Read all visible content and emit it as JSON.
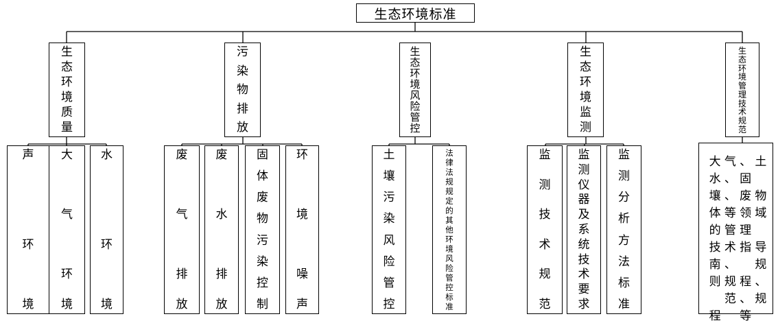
{
  "root": "生态环境标准",
  "categories": [
    {
      "label": "生态环境质量",
      "children": [
        {
          "label": "声环境",
          "rows": [
            [
              "声"
            ],
            [],
            [],
            [
              "环"
            ],
            [],
            [
              "境"
            ]
          ]
        },
        {
          "label": "大气环境",
          "rows": [
            [
              "大"
            ],
            [],
            [
              "气"
            ],
            [],
            [
              "环"
            ],
            [
              "境"
            ]
          ]
        },
        {
          "label": "水环境",
          "rows": [
            [
              "水"
            ],
            [],
            [],
            [
              "环"
            ],
            [],
            [
              "境"
            ]
          ]
        }
      ]
    },
    {
      "label": "污染物排放",
      "children": [
        {
          "label": "废气排放",
          "rows": [
            [
              "废"
            ],
            [],
            [
              "气"
            ],
            [],
            [
              "排"
            ],
            [
              "放"
            ]
          ]
        },
        {
          "label": "废水排放",
          "rows": [
            [
              "废"
            ],
            [],
            [
              "水"
            ],
            [],
            [
              "排"
            ],
            [
              "放"
            ]
          ]
        },
        {
          "label": "固体废物污染控制",
          "rows": [
            [
              "固"
            ],
            [
              "体"
            ],
            [
              "废"
            ],
            [
              "物"
            ],
            [
              "污"
            ],
            [
              "染"
            ],
            [
              "控"
            ],
            [
              "制"
            ]
          ]
        },
        {
          "label": "环境噪声",
          "rows": [
            [
              "环"
            ],
            [],
            [
              "境"
            ],
            [],
            [
              "噪"
            ],
            [
              "声"
            ]
          ]
        }
      ]
    },
    {
      "label": "生态环境风险管控",
      "children": [
        {
          "label": "土壤污染风险管控"
        },
        {
          "label": "法律法规规定的其他环境风险管控标准"
        }
      ]
    },
    {
      "label": "生态环境监测",
      "children": [
        {
          "label": "监测技术规范",
          "rows": [
            [
              "监"
            ],
            [
              "测"
            ],
            [
              "技"
            ],
            [
              "术"
            ],
            [
              "规"
            ],
            [
              "范"
            ]
          ]
        },
        {
          "label": "监测仪器及系统技术要求"
        },
        {
          "label": "监测分析方法标准",
          "rows": [
            [
              "监"
            ],
            [
              "测"
            ],
            [
              "分"
            ],
            [
              "析"
            ],
            [
              "方"
            ],
            [
              "法"
            ],
            [
              "标"
            ],
            [
              "准"
            ]
          ]
        }
      ]
    },
    {
      "label": "生态环境管理技术规范",
      "children": [
        {
          "label": "大气、水、土壤、固体废物等领域管理技术指南、导则、规程、规范等",
          "grid": [
            "大",
            "气",
            "、",
            "土",
            "水",
            "、",
            "固",
            "",
            "壤",
            "、",
            "废",
            "物",
            "体",
            "等",
            "领",
            "域",
            "的",
            "管",
            "理",
            "",
            "技",
            "术",
            "指",
            "导",
            "南",
            "、",
            "",
            "规",
            "则",
            "规",
            "程",
            "、",
            "",
            "范",
            "、",
            "规",
            "程",
            "",
            "等",
            ""
          ]
        }
      ]
    }
  ]
}
